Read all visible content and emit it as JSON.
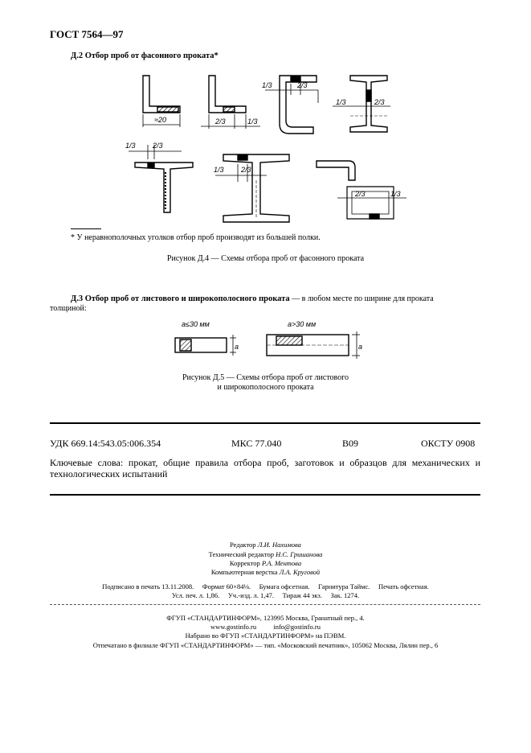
{
  "header": {
    "title": "ГОСТ 7564—97"
  },
  "section_d2": {
    "title": "Д.2 Отбор проб от фасонного проката*",
    "labels": {
      "w20": "≈20",
      "two_thirds": "2/3",
      "one_third": "1/3"
    }
  },
  "footnote": "* У неравнополочных уголков отбор проб производят из большей полки.",
  "figure_d4": {
    "caption": "Рисунок Д.4 — Схемы отбора проб от фасонного проката"
  },
  "section_d3": {
    "title": "Д.3 Отбор проб от листового и широкополосного проката",
    "text_after": " — в любом месте по ширине для проката",
    "text_line2": "толщиной:",
    "label_left": "a≤30 мм",
    "label_right": "a>30 мм",
    "a": "a"
  },
  "figure_d5": {
    "caption_line1": "Рисунок Д.5 — Схемы отбора проб от листового",
    "caption_line2": "и широкополосного проката"
  },
  "classification": {
    "udk": "УДК 669.14:543.05:006.354",
    "mks": "МКС 77.040",
    "code": "В09",
    "okstu": "ОКСТУ 0908"
  },
  "keywords": "Ключевые слова: прокат, общие правила отбора проб, заготовок и образцов для механических и технологических испытаний",
  "imprint": {
    "editor_label": "Редактор ",
    "editor": "Л.И. Нахимова",
    "tech_editor_label": "Технический редактор ",
    "tech_editor": "Н.С. Гришанова",
    "corrector_label": "Корректор ",
    "corrector": "Р.А. Ментова",
    "layout_label": "Компьютерная верстка ",
    "layout": "Л.А. Круговой",
    "print_line1": "Подписано в печать 13.11.2008.     Формат 60×84⅛.     Бумага офсетная.     Гарнитура Таймс.     Печать офсетная.",
    "print_line2": "Усл. печ. л. 1,86.     Уч.-изд. л. 1,47.     Тираж 44 экз.     Зак. 1274.",
    "publisher_line1": "ФГУП «СТАНДАРТИНФОРМ», 123995 Москва, Гранатный пер., 4.",
    "publisher_line2": "www.gostinfo.ru          info@gostinfo.ru",
    "publisher_line3": "Набрано во ФГУП «СТАНДАРТИНФОРМ» на ПЭВМ.",
    "publisher_line4": "Отпечатано в филиале ФГУП «СТАНДАРТИНФОРМ» — тип. «Московский печатник», 105062 Москва, Лялин пер., 6"
  }
}
